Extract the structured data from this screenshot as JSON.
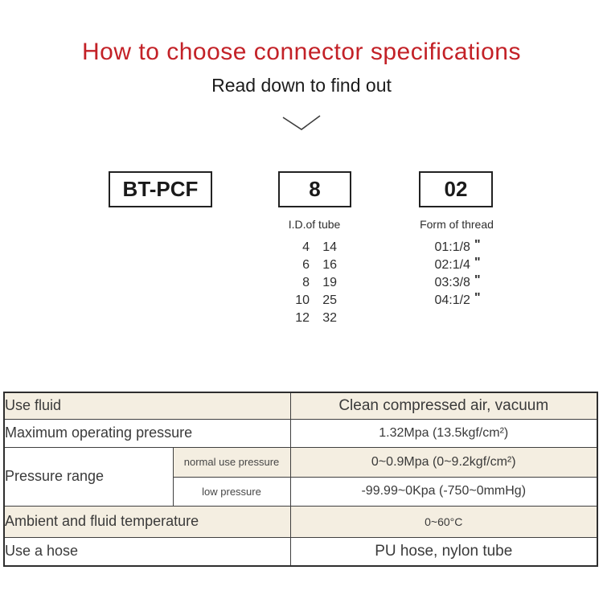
{
  "page": {
    "title": "How to choose connector specifications",
    "subtitle": "Read down to find out",
    "title_color": "#c32127",
    "band_color": "#f4eee1",
    "border_color": "#3f3f3f"
  },
  "model_code": {
    "boxes": [
      {
        "label": "BT-PCF"
      },
      {
        "label": "8"
      },
      {
        "label": "02"
      }
    ]
  },
  "tube": {
    "heading": "I.D.of tube",
    "rows": [
      [
        "4",
        "14"
      ],
      [
        "6",
        "16"
      ],
      [
        "8",
        "19"
      ],
      [
        "10",
        "25"
      ],
      [
        "12",
        "32"
      ]
    ]
  },
  "thread": {
    "heading": "Form of thread",
    "items": [
      "01:1/8",
      "02:1/4",
      "03:3/8",
      "04:1/2"
    ],
    "inch_mark": "\""
  },
  "spec_table": {
    "rows": [
      {
        "label": "Use fluid",
        "value": "Clean compressed air, vacuum"
      },
      {
        "label": "Maximum operating pressure",
        "value": "1.32Mpa (13.5kgf/cm²)"
      },
      {
        "label": "Pressure range",
        "sub_rows": [
          {
            "sub_label": "normal use pressure",
            "value": "0~0.9Mpa (0~9.2kgf/cm²)"
          },
          {
            "sub_label": "low pressure",
            "value": "-99.99~0Kpa (-750~0mmHg)"
          }
        ]
      },
      {
        "label": "Ambient and fluid temperature",
        "value": "0~60°C"
      },
      {
        "label": "Use a hose",
        "value": "PU hose, nylon tube"
      }
    ]
  }
}
